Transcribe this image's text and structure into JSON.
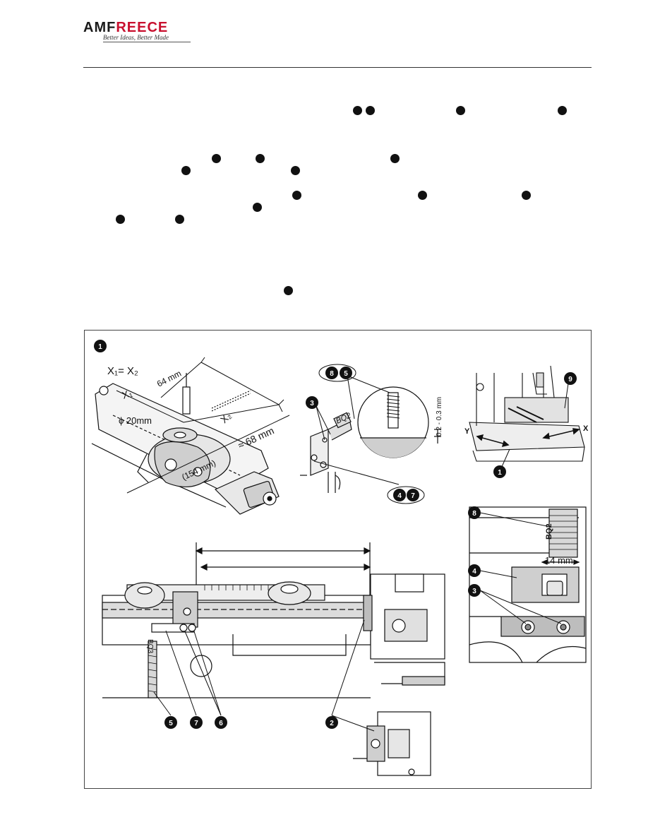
{
  "header": {
    "logo_amf": "AMF",
    "logo_reece": "REECE",
    "logo_tagline": "Better Ideas, Better Made"
  },
  "figure": {
    "labels": {
      "x1_eq_x2": "X₁= X₂",
      "x1": "X₁",
      "x2": "X₂",
      "dim_64": "64 mm",
      "dim_phi20": "ϕ 20mm",
      "dim_154": "(154 mm)",
      "dim_68": "≈ 68 mm",
      "dim_gap": "0.2 - 0.3 mm",
      "bq2": "BQ2",
      "bq3": "BQ3",
      "dim_14": "14 mm",
      "axis_x": "X",
      "axis_y": "Y"
    },
    "callouts": [
      "1",
      "2",
      "3",
      "4",
      "5",
      "6",
      "7",
      "8",
      "9"
    ]
  },
  "colors": {
    "accent_red": "#c8102e",
    "ink": "#111111",
    "shade": "#cccccc"
  }
}
